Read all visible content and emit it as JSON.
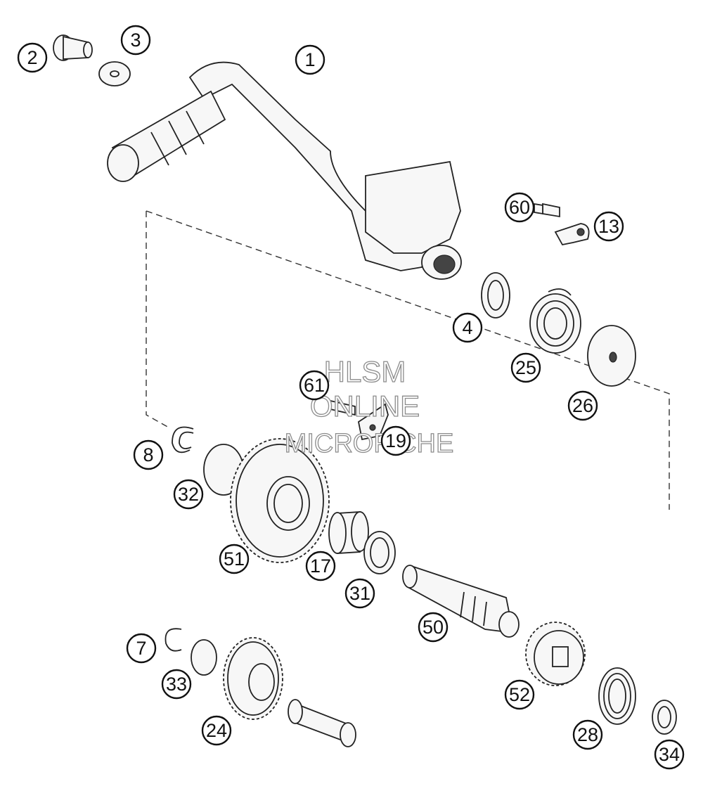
{
  "callouts": [
    {
      "label": "1"
    },
    {
      "label": "2"
    },
    {
      "label": "3"
    },
    {
      "label": "60"
    },
    {
      "label": "13"
    },
    {
      "label": "4"
    },
    {
      "label": "25"
    },
    {
      "label": "26"
    },
    {
      "label": "61"
    },
    {
      "label": "19"
    },
    {
      "label": "8"
    },
    {
      "label": "32"
    },
    {
      "label": "51"
    },
    {
      "label": "17"
    },
    {
      "label": "31"
    },
    {
      "label": "50"
    },
    {
      "label": "7"
    },
    {
      "label": "33"
    },
    {
      "label": "24"
    },
    {
      "label": "52"
    },
    {
      "label": "28"
    },
    {
      "label": "34"
    }
  ],
  "watermark": {
    "line1": "HLSM",
    "line2": "ONLINE",
    "line3": "MICROFICHE"
  },
  "colors": {
    "ink": "#222222",
    "background": "#ffffff",
    "watermark": "#8c8c8c"
  }
}
